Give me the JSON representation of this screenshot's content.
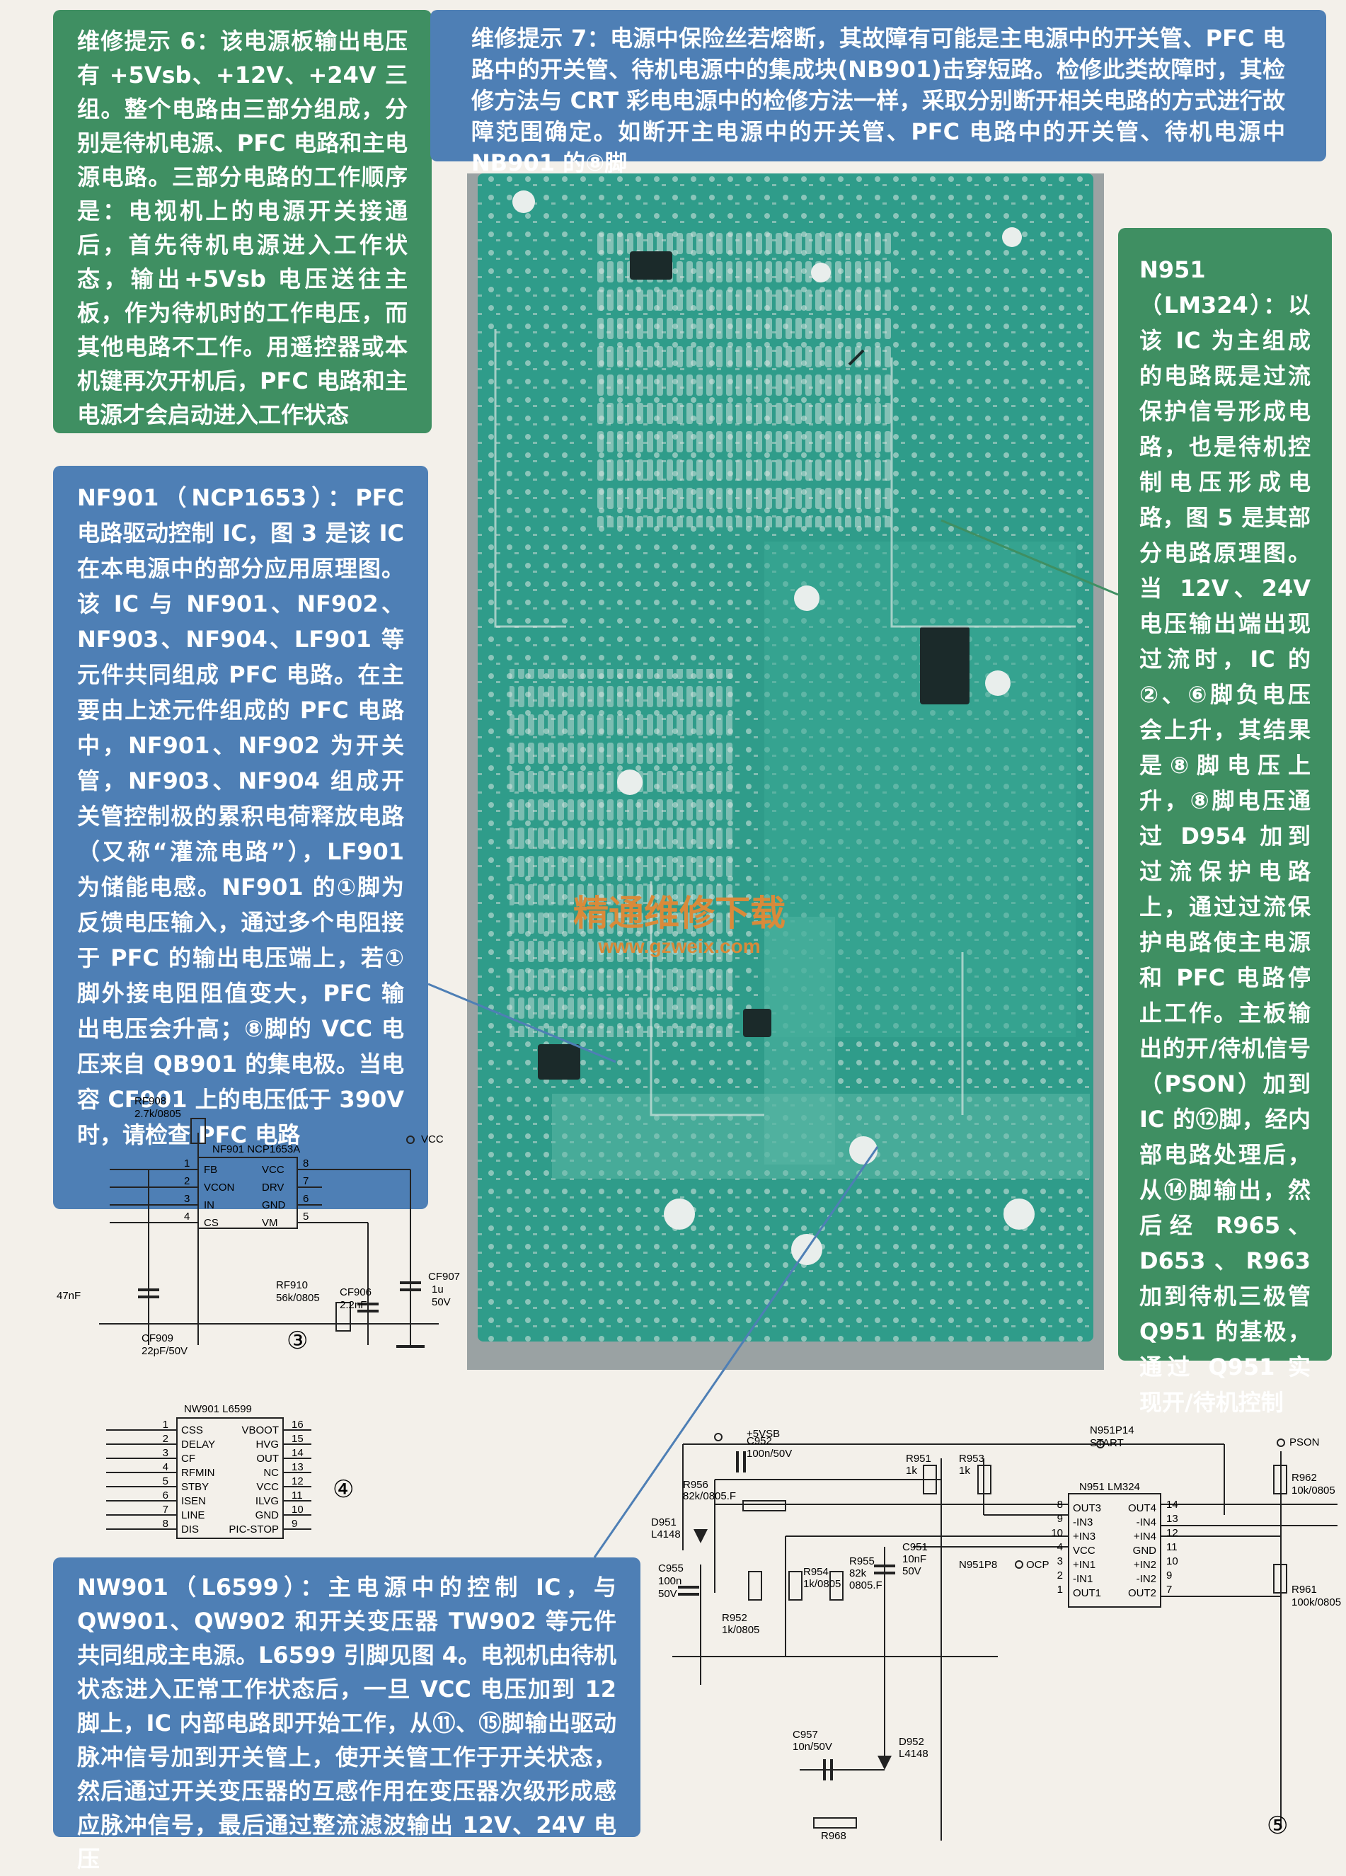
{
  "tip6": {
    "text": "维修提示 6：该电源板输出电压有 +5Vsb、+12V、+24V 三组。整个电路由三部分组成，分别是待机电源、PFC 电路和主电源电路。三部分电路的工作顺序是：电视机上的电源开关接通后，首先待机电源进入工作状态，输出+5Vsb 电压送往主板，作为待机时的工作电压，而其他电路不工作。用遥控器或本机键再次开机后，PFC 电路和主电源才会启动进入工作状态"
  },
  "tip7": {
    "text": "维修提示 7：电源中保险丝若熔断，其故障有可能是主电源中的开关管、PFC 电路中的开关管、待机电源中的集成块(NB901)击穿短路。检修此类故障时，其检修方法与 CRT 彩电电源中的检修方法一样，采取分别断开相关电路的方式进行故障范围确定。如断开主电源中的开关管、PFC 电路中的开关管、待机电源中 NB901 的⑧脚"
  },
  "nf901": {
    "text": "NF901（NCP1653）：PFC 电路驱动控制 IC，图 3 是该 IC 在本电源中的部分应用原理图。该 IC 与 NF901、NF902、NF903、NF904、LF901 等元件共同组成 PFC 电路。在主要由上述元件组成的 PFC 电路中，NF901、NF902 为开关管，NF903、NF904 组成开关管控制极的累积电荷释放电路（又称“灌流电路”），LF901 为储能电感。NF901 的①脚为反馈电压输入，通过多个电阻接于 PFC 的输出电压端上，若①脚外接电阻阻值变大，PFC 输出电压会升高；⑧脚的 VCC 电压来自 QB901 的集电极。当电容 CF901 上的电压低于 390V 时，请检查 PFC 电路"
  },
  "n951": {
    "text": "N951（LM324）：以该 IC 为主组成的电路既是过流保护信号形成电路，也是待机控制电压形成电路，图 5 是其部分电路原理图。当 12V、24V 电压输出端出现过流时，IC 的②、⑥脚负电压会上升，其结果是⑧脚电压上升，⑧脚电压通过 D954 加到过流保护电路上，通过过流保护电路使主电源和 PFC 电路停止工作。主板输出的开/待机信号（PSON）加到 IC 的⑫脚，经内部电路处理后，从⑭脚输出，然后经 R965、D653、R963 加到待机三极管 Q951 的基极，通过 Q951 实现开/待机控制"
  },
  "nw901": {
    "text": "NW901（L6599）：主电源中的控制 IC，与 QW901、QW902 和开关变压器 TW902 等元件共同组成主电源。L6599 引脚见图 4。电视机由待机状态进入正常工作状态后，一旦 VCC 电压加到 12 脚上，IC 内部电路即开始工作，从⑪、⑮脚输出驱动脉冲信号加到开关管上，使开关管工作于开关状态，然后通过开关变压器的互感作用在变压器次级形成感应脉冲信号，最后通过整流滤波输出 12V、24V 电压"
  },
  "watermark": {
    "line1": "精通维修下载",
    "line2": "www.gzweix.com"
  },
  "fig3": {
    "number": "③",
    "ic_ref": "NF901 NCP1653A",
    "pins_left": [
      "FB",
      "VCON",
      "IN",
      "CS"
    ],
    "pins_left_no": [
      "1",
      "2",
      "3",
      "4"
    ],
    "pins_right": [
      "VCC",
      "DRV",
      "GND",
      "VM"
    ],
    "pins_right_no": [
      "8",
      "7",
      "6",
      "5"
    ],
    "rf908": "RF908",
    "rf908_val": "2.7k/0805",
    "vcc": "VCC",
    "c47": "47nF",
    "cf909": "CF909",
    "cf909_val": "22pF/50V",
    "rf910": "RF910",
    "rf910_val": "56k/0805",
    "cf906": "CF906",
    "cf906_val": "2.2nF",
    "cf907": "CF907",
    "cf907_val1": "1u",
    "cf907_val2": "50V"
  },
  "fig4": {
    "number": "④",
    "ic_ref": "NW901 L6599",
    "pins_left": [
      "CSS",
      "DELAY",
      "CF",
      "RFMIN",
      "STBY",
      "ISEN",
      "LINE",
      "DIS"
    ],
    "pins_left_no": [
      "1",
      "2",
      "3",
      "4",
      "5",
      "6",
      "7",
      "8"
    ],
    "pins_right": [
      "VBOOT",
      "HVG",
      "OUT",
      "NC",
      "VCC",
      "ILVG",
      "GND",
      "PIC-STOP"
    ],
    "pins_right_no": [
      "16",
      "15",
      "14",
      "13",
      "12",
      "11",
      "10",
      "9"
    ]
  },
  "fig5": {
    "number": "⑤",
    "ic_ref": "N951 LM324",
    "pins_left": [
      "OUT3",
      "-IN3",
      "+IN3",
      "VCC",
      "+IN1",
      "-IN1",
      "OUT1"
    ],
    "pins_left_no": [
      "8",
      "9",
      "10",
      "4",
      "3",
      "2",
      "1"
    ],
    "pins_right": [
      "OUT4",
      "-IN4",
      "+IN4",
      "GND",
      "+IN2",
      "-IN2",
      "OUT2"
    ],
    "pins_right_no": [
      "14",
      "13",
      "12",
      "11",
      "10",
      "9",
      "7"
    ],
    "c952": "C952",
    "c952_val": "100n/50V",
    "r956": "R956",
    "r956_val": "82k/0805.F",
    "r951": "R951",
    "r951_val": "1k",
    "r953": "R953",
    "r953_val": "1k",
    "n951p14": "N951P14",
    "start": "START",
    "pson": "PSON",
    "r962": "R962",
    "r962_val": "10k/0805",
    "v5sb": "+5VSB",
    "d951": "D951",
    "d951_val": "L4148",
    "c955": "C955",
    "c955_val1": "100n",
    "c955_val2": "50V",
    "r952": "R952",
    "r952_val": "1k/0805",
    "r954": "R954",
    "r954_val": "1k/0805",
    "r955": "R955",
    "r955_val1": "82k",
    "r955_val2": "0805.F",
    "c951": "C951",
    "c951_val1": "10nF",
    "c951_val2": "50V",
    "n951p8": "N951P8",
    "ocp": "OCP",
    "r961": "R961",
    "r961_val": "100k/0805",
    "c957": "C957",
    "c957_val": "10n/50V",
    "d952": "D952",
    "d952_val": "L4148",
    "r968": "R968"
  },
  "colors": {
    "green_box": "#3f8f62",
    "blue_box": "#4e7fb5",
    "pcb": "#2f9c8a"
  }
}
